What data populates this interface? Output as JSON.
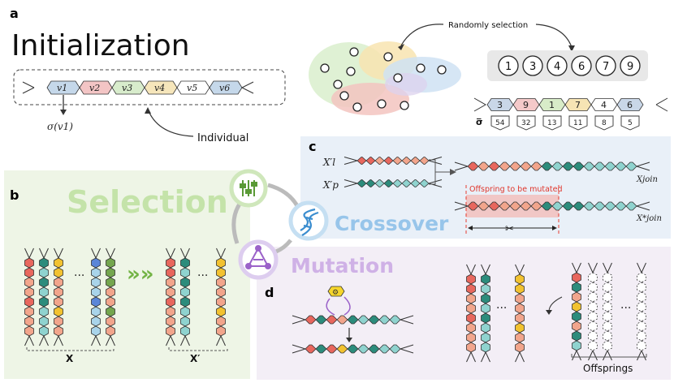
{
  "panels": {
    "a": {
      "letter": "a",
      "title": "Initialization",
      "genes": [
        "v1",
        "v2",
        "v3",
        "v4",
        "v5",
        "v6"
      ],
      "gene_colors": [
        "#c5d8ea",
        "#f3c5c5",
        "#d8eccc",
        "#f6e6bb",
        "#ffffff",
        "#c5d8ea"
      ],
      "sigma_label": "σ(v1)",
      "individual_label": "Individual",
      "random_label": "Randomly selection",
      "selected_numbers": [
        "1",
        "3",
        "4",
        "6",
        "7",
        "9"
      ],
      "sorted_values": [
        "3",
        "9",
        "1",
        "7",
        "4",
        "6"
      ],
      "sorted_colors": [
        "#c9d7e8",
        "#f4c9c9",
        "#d8ecc8",
        "#f6e4b4",
        "#ffffff",
        "#c9d7e8"
      ],
      "sigma_bar": "σ̅",
      "sigma_scores": [
        "54",
        "32",
        "13",
        "11",
        "8",
        "5"
      ]
    },
    "b": {
      "letter": "b",
      "title": "Selection",
      "x_label": "X",
      "xprime_label": "X′"
    },
    "c": {
      "letter": "c",
      "title": "Crossover",
      "parent1": "X′l",
      "parent2": "X′p",
      "join_label": "Xjoin",
      "join_star_label": "X*join",
      "mutate_label": "Offspring to be mutated"
    },
    "d": {
      "letter": "d",
      "title": "Mutation",
      "offsprings_label": "Offsprings"
    }
  },
  "colors": {
    "red": "#e8675e",
    "teal": "#2c8c7c",
    "salmon": "#f2a58c",
    "cyan": "#8fd3cf",
    "blue": "#5b86d8",
    "green": "#74a64e",
    "yellow": "#f2c230",
    "light_blue": "#a9d4ea",
    "panel_b_bg": "#eef5e6",
    "panel_c_bg": "#e9f0f8",
    "panel_d_bg": "#f3eef6",
    "selection_text": "#c4e3a9",
    "crossover_text": "#97c5ea",
    "mutation_text": "#cfb1e6"
  }
}
